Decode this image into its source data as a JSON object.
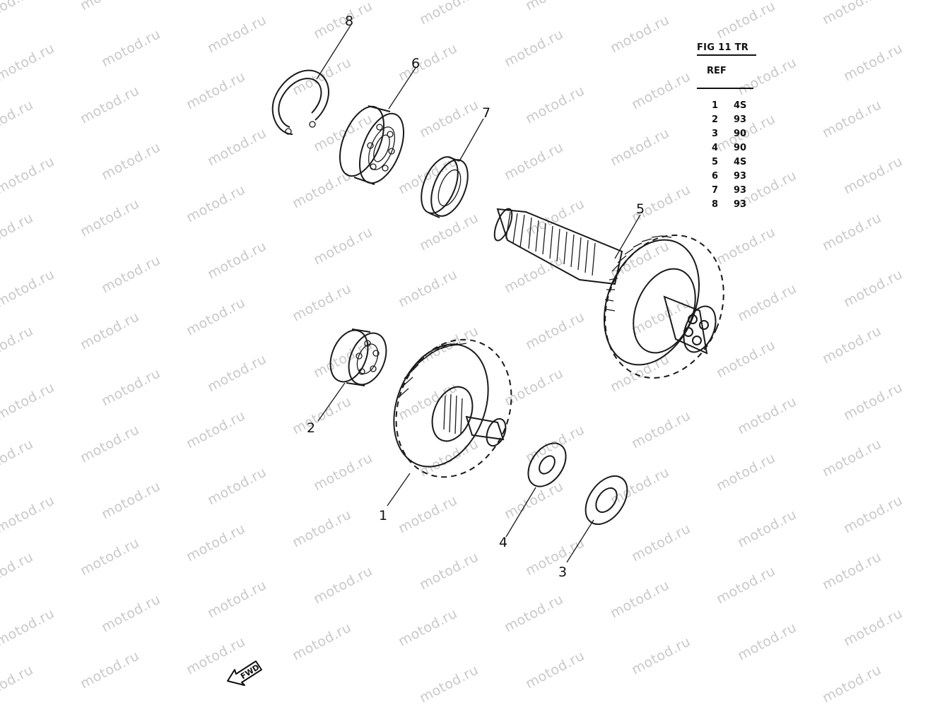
{
  "watermark": {
    "text": "motod.ru",
    "color": "#c9c9c9"
  },
  "reference_table": {
    "title": "FIG 11  TR",
    "header": "REF",
    "rows": [
      {
        "ref": "1",
        "code": "4S"
      },
      {
        "ref": "2",
        "code": "93"
      },
      {
        "ref": "3",
        "code": "90"
      },
      {
        "ref": "4",
        "code": "90"
      },
      {
        "ref": "5",
        "code": "4S"
      },
      {
        "ref": "6",
        "code": "93"
      },
      {
        "ref": "7",
        "code": "93"
      },
      {
        "ref": "8",
        "code": "93"
      }
    ]
  },
  "callouts": {
    "c1": "1",
    "c2": "2",
    "c3": "3",
    "c4": "4",
    "c5": "5",
    "c6": "6",
    "c7": "7",
    "c8": "8"
  },
  "parts": {
    "p1": "primary gear with pinion",
    "p2": "ball bearing",
    "p3": "washer",
    "p4": "washer",
    "p5": "secondary shaft with gear",
    "p6": "ball bearing",
    "p7": "oil seal",
    "p8": "circlip"
  },
  "direction_badge": {
    "label": "FWD"
  }
}
